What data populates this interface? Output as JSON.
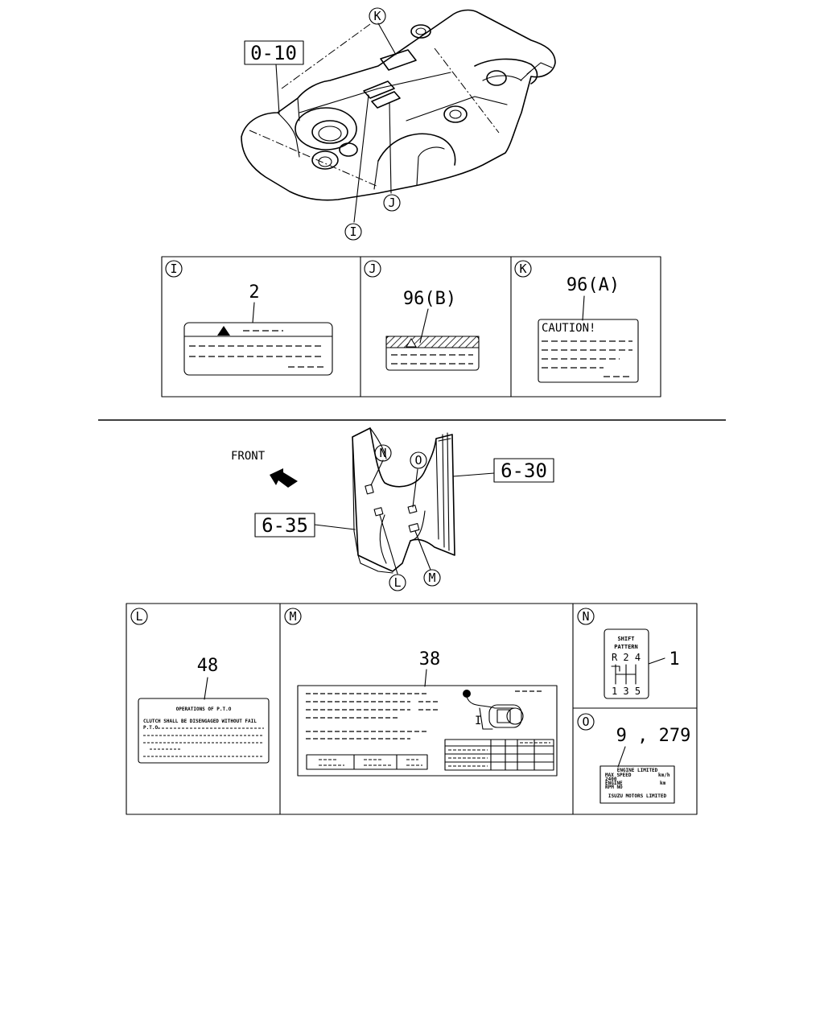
{
  "top_view": {
    "ref_box": "0-10",
    "callouts": {
      "k": "K",
      "j": "J",
      "i": "I"
    }
  },
  "top_panels": [
    {
      "letter": "I",
      "part_number": "2"
    },
    {
      "letter": "J",
      "part_number": "96(B)"
    },
    {
      "letter": "K",
      "part_number": "96(A)",
      "label_heading": "CAUTION!"
    }
  ],
  "side_view": {
    "front_label": "FRONT",
    "ref_box_right": "6-30",
    "ref_box_left": "6-35",
    "callouts": {
      "n": "N",
      "o": "O",
      "l": "L",
      "m": "M"
    }
  },
  "bottom_panels": [
    {
      "letter": "L",
      "part_number": "48",
      "label_title": "OPERATIONS OF P.T.O",
      "label_lines": [
        "CLUTCH SHALL BE DISENGAGED WITHOUT FAIL",
        "P.T.O"
      ]
    },
    {
      "letter": "M",
      "part_number": "38"
    },
    {
      "letter": "N",
      "part_number": "1",
      "shift_title_1": "SHIFT",
      "shift_title_2": "PATTERN",
      "gears_top": "R 2 4",
      "gears_bottom": "1 3 5"
    },
    {
      "letter": "O",
      "part_number": "9 , 279",
      "label_lines": [
        "ENGINE LIMITED",
        "MAX SPEED",
        "2400",
        "ENGINE",
        "RPM NO",
        "ISUZU MOTORS LIMITED"
      ],
      "label_units": [
        "km/h",
        "km"
      ]
    }
  ]
}
